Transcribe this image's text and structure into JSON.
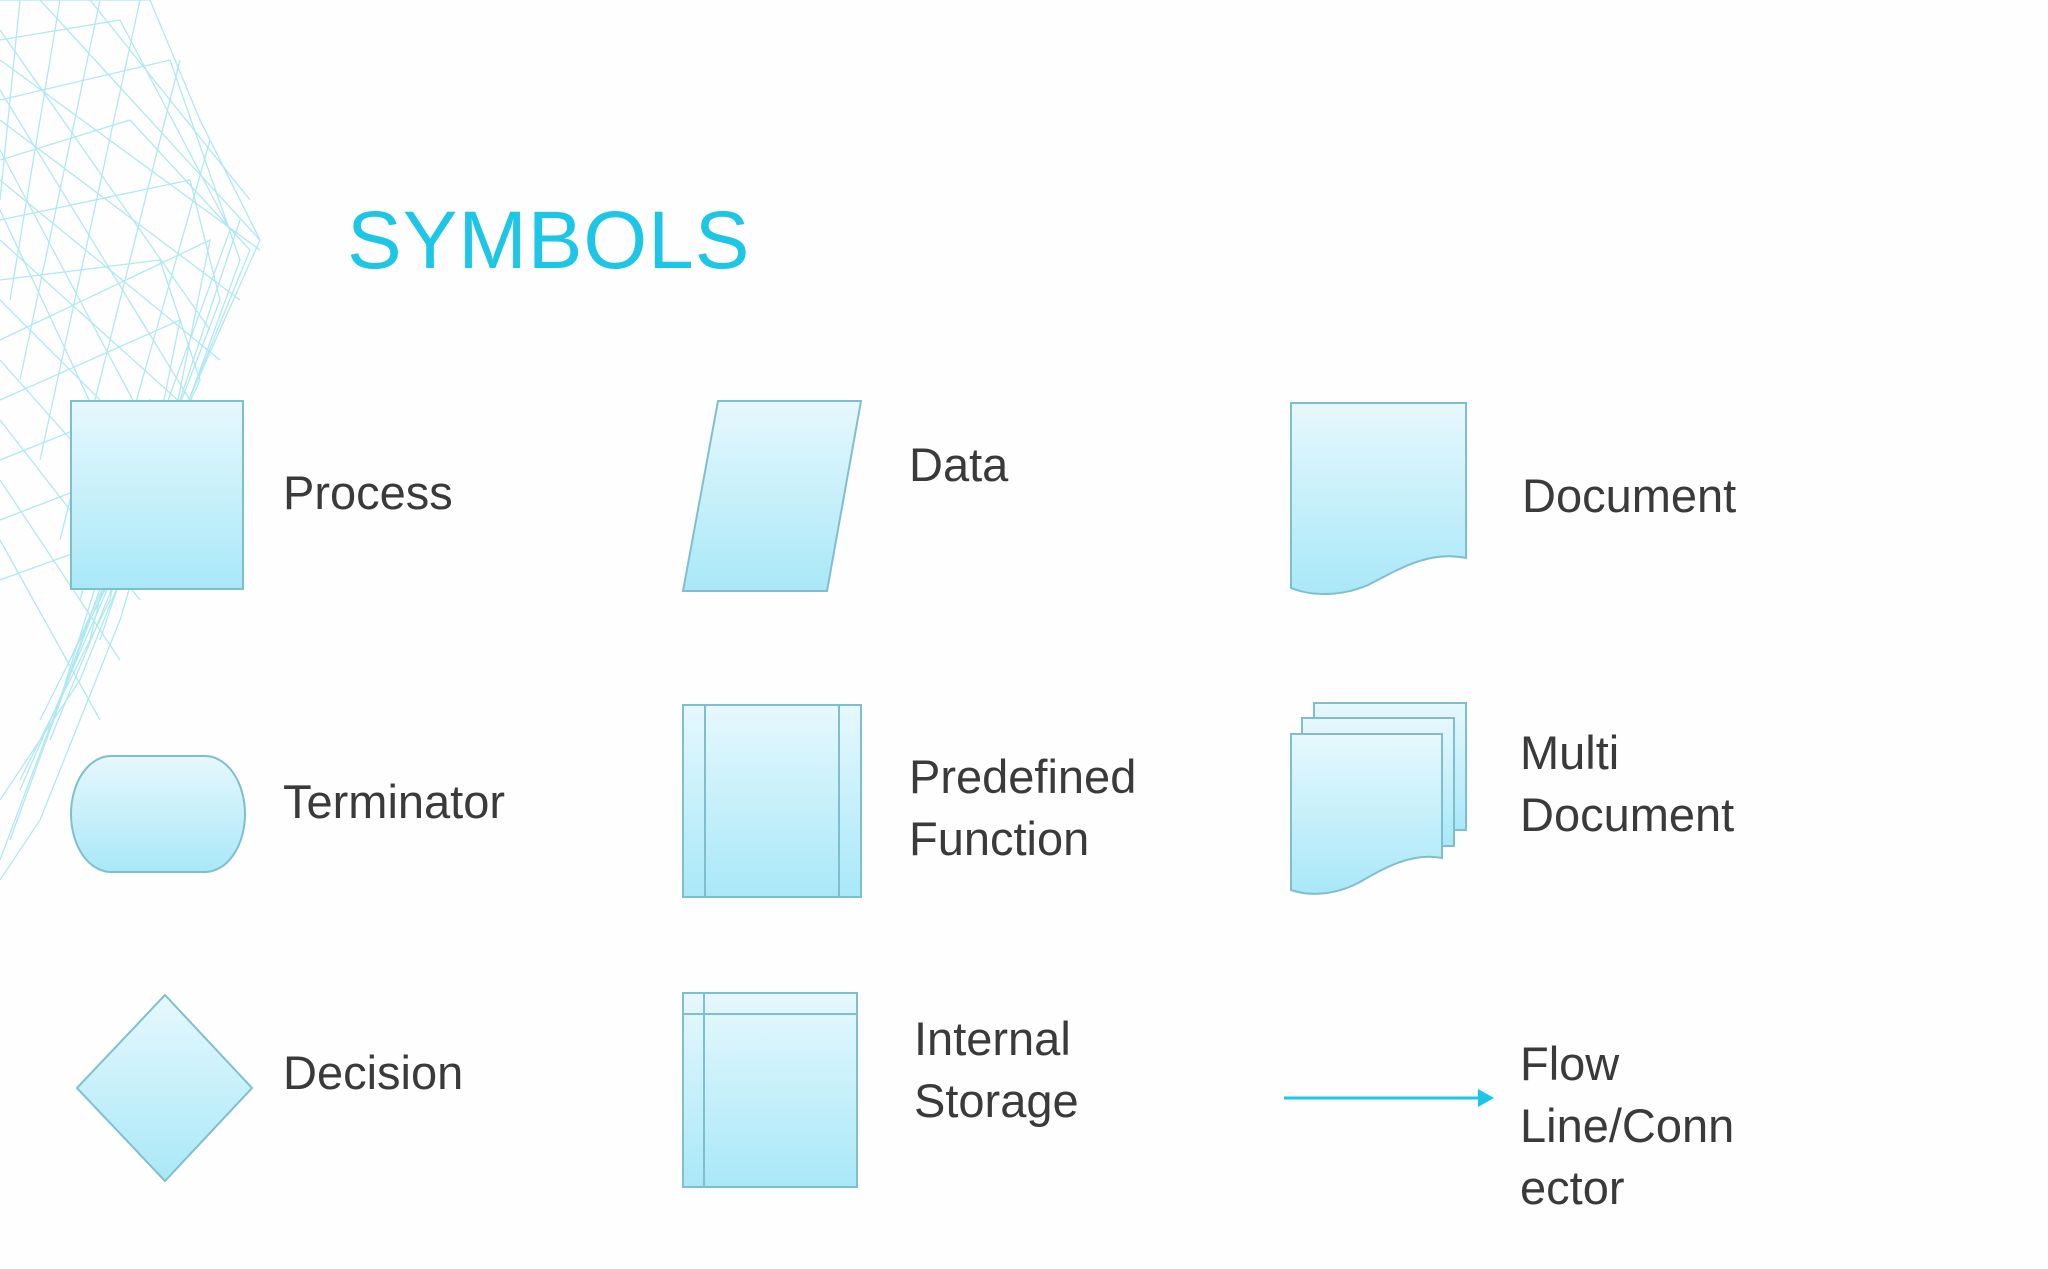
{
  "title": "SYMBOLS",
  "colors": {
    "accent": "#1dc6e6",
    "shape_top": "#e6f8fd",
    "shape_bottom": "#a9e8f8",
    "shape_stroke": "#7fbfcd",
    "text": "#3a3a3a"
  },
  "symbols": [
    {
      "label": "Process",
      "icon": "process-rectangle"
    },
    {
      "label": "Data",
      "icon": "data-parallelogram"
    },
    {
      "label": "Document",
      "icon": "document-wave"
    },
    {
      "label": "Terminator",
      "icon": "terminator-rounded"
    },
    {
      "label": "Predefined\nFunction",
      "icon": "predefined-process"
    },
    {
      "label": "Multi\nDocument",
      "icon": "multi-document"
    },
    {
      "label": "Decision",
      "icon": "decision-diamond"
    },
    {
      "label": "Internal\nStorage",
      "icon": "internal-storage"
    },
    {
      "label": "Flow\nLine/Conn\nector",
      "icon": "flow-arrow"
    }
  ]
}
